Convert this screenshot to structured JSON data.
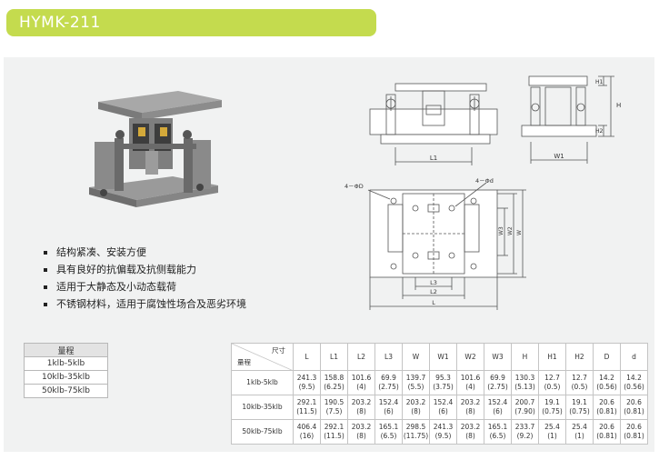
{
  "title": "HYMK-211",
  "features": [
    "结构紧凑、安装方便",
    "具有良好的抗偏载及抗侧载能力",
    "适用于大静态及小动态载荷",
    "不锈钢材料，适用于腐蚀性场合及恶劣环境"
  ],
  "range_table": {
    "header": "量程",
    "rows": [
      "1klb-5klb",
      "10klb-35klb",
      "50klb-75klb"
    ]
  },
  "dim_table": {
    "corner_top": "尺寸",
    "corner_bottom": "量程",
    "columns": [
      "L",
      "L1",
      "L2",
      "L3",
      "W",
      "W1",
      "W2",
      "W3",
      "H",
      "H1",
      "H2",
      "D",
      "d"
    ],
    "rows": [
      {
        "label": "1klb-5klb",
        "cells": [
          [
            "241.3",
            "(9.5)"
          ],
          [
            "158.8",
            "(6.25)"
          ],
          [
            "101.6",
            "(4)"
          ],
          [
            "69.9",
            "(2.75)"
          ],
          [
            "139.7",
            "(5.5)"
          ],
          [
            "95.3",
            "(3.75)"
          ],
          [
            "101.6",
            "(4)"
          ],
          [
            "69.9",
            "(2.75)"
          ],
          [
            "130.3",
            "(5.13)"
          ],
          [
            "12.7",
            "(0.5)"
          ],
          [
            "12.7",
            "(0.5)"
          ],
          [
            "14.2",
            "(0.56)"
          ],
          [
            "14.2",
            "(0.56)"
          ]
        ]
      },
      {
        "label": "10klb-35klb",
        "cells": [
          [
            "292.1",
            "(11.5)"
          ],
          [
            "190.5",
            "(7.5)"
          ],
          [
            "203.2",
            "(8)"
          ],
          [
            "152.4",
            "(6)"
          ],
          [
            "203.2",
            "(8)"
          ],
          [
            "152.4",
            "(6)"
          ],
          [
            "203.2",
            "(8)"
          ],
          [
            "152.4",
            "(6)"
          ],
          [
            "200.7",
            "(7.90)"
          ],
          [
            "19.1",
            "(0.75)"
          ],
          [
            "19.1",
            "(0.75)"
          ],
          [
            "20.6",
            "(0.81)"
          ],
          [
            "20.6",
            "(0.81)"
          ]
        ]
      },
      {
        "label": "50klb-75klb",
        "cells": [
          [
            "406.4",
            "(16)"
          ],
          [
            "292.1",
            "(11.5)"
          ],
          [
            "203.2",
            "(8)"
          ],
          [
            "165.1",
            "(6.5)"
          ],
          [
            "298.5",
            "(11.75)"
          ],
          [
            "241.3",
            "(9.5)"
          ],
          [
            "203.2",
            "(8)"
          ],
          [
            "165.1",
            "(6.5)"
          ],
          [
            "233.7",
            "(9.2)"
          ],
          [
            "25.4",
            "(1)"
          ],
          [
            "25.4",
            "(1)"
          ],
          [
            "20.6",
            "(0.81)"
          ],
          [
            "20.6",
            "(0.81)"
          ]
        ]
      }
    ]
  },
  "drawing_labels": {
    "front_L1": "L1",
    "side_W1": "W1",
    "side_H": "H",
    "side_H1": "H1",
    "side_H2": "H2",
    "plan_hole_D": "4－ΦD",
    "plan_hole_d": "4－Φd",
    "plan_L3": "L3",
    "plan_L2": "L2",
    "plan_L": "L",
    "plan_W3": "W3",
    "plan_W2": "W2",
    "plan_W": "W"
  },
  "colors": {
    "title_bar": "#c4db4e",
    "panel": "#f1f2f2",
    "line": "#555555"
  }
}
